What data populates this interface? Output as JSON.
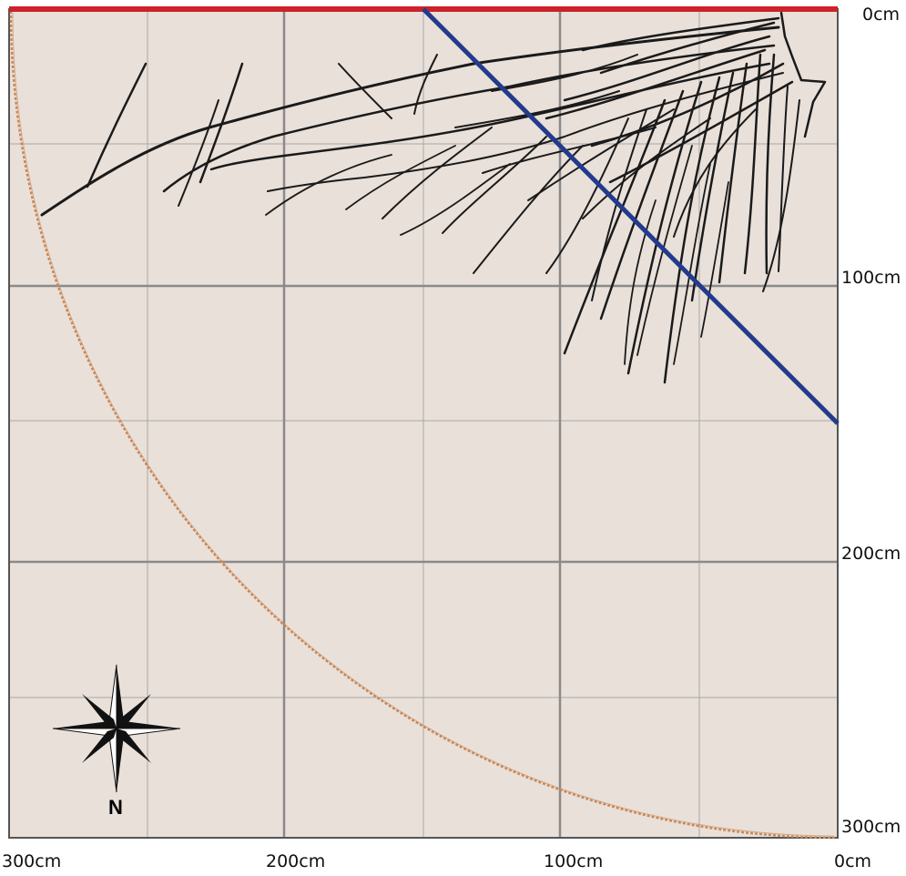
{
  "labels": {
    "y_top": "0cm",
    "y_100": "100cm",
    "y_200": "200cm",
    "y_300": "300cm",
    "x_300": "300cm",
    "x_200": "200cm",
    "x_100": "100cm",
    "x_0": "0cm"
  },
  "compass": {
    "north_label": "N"
  },
  "colors": {
    "panel_bg": "#e9e0d9",
    "grid_major": "#8a8a8a",
    "grid_minor": "#a8a8a8",
    "frame": "#555555",
    "red_line": "#cc2229",
    "blue_line": "#233b8c",
    "arc": "#c8895a",
    "roots": "#1a1a1a"
  },
  "icons": {
    "compass": "compass-rose-icon"
  }
}
